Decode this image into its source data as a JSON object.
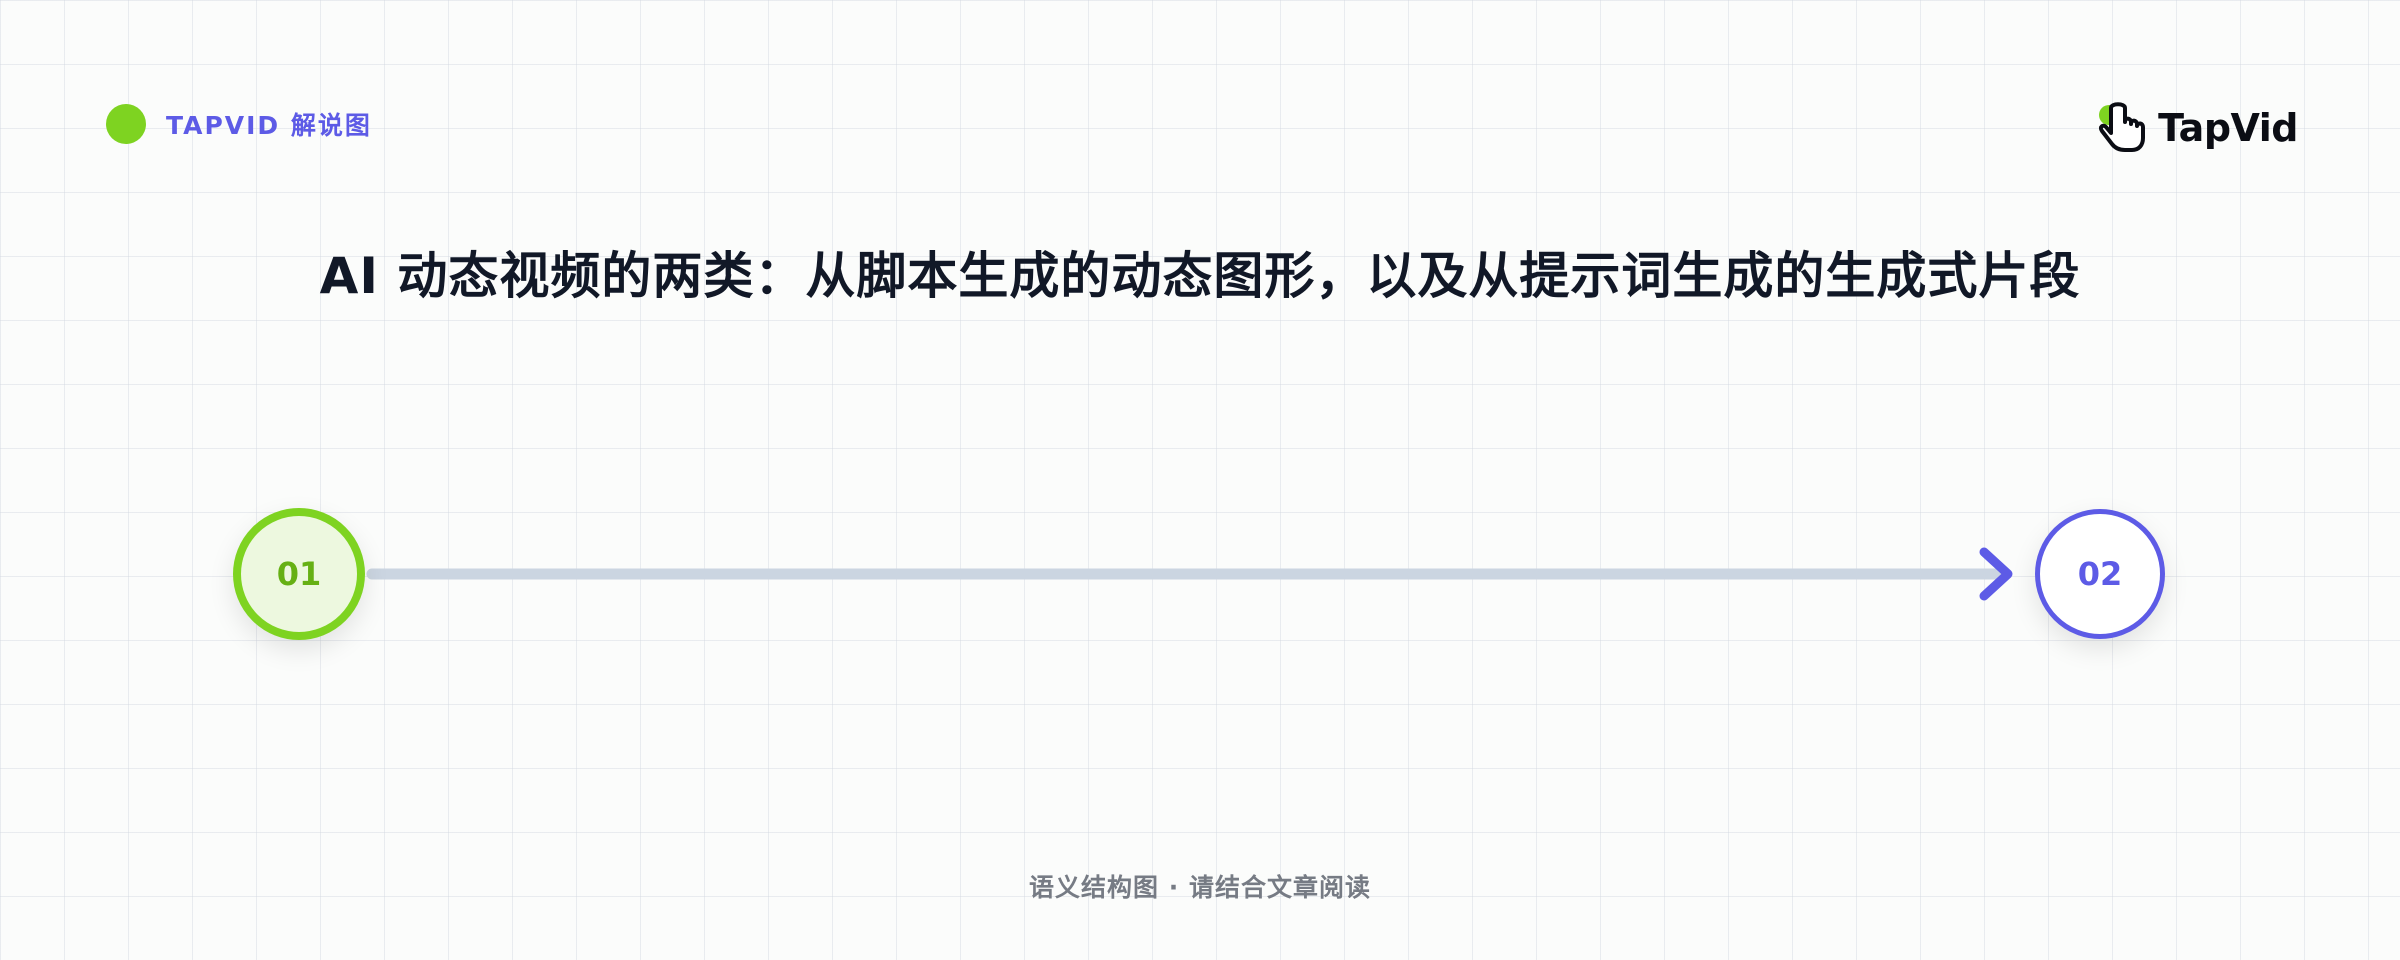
{
  "header": {
    "tag": "TAPVID 解说图",
    "logo_text": "TapVid",
    "logo_icon": "pointer-hand-icon"
  },
  "title": "AI 动态视频的两类：从脚本生成的动态图形，以及从提示词生成的生成式片段",
  "diagram": {
    "nodes": [
      {
        "label": "01",
        "color": "#7ed321",
        "fill": "#edf8df"
      },
      {
        "label": "02",
        "color": "#5d5be6",
        "fill": "#ffffff"
      }
    ],
    "connector": {
      "from": "01",
      "to": "02",
      "color": "#cbd5e1",
      "arrow_color": "#5d5be6"
    }
  },
  "footer": "语义结构图 · 请结合文章阅读",
  "colors": {
    "accent_green": "#7ed321",
    "accent_purple": "#5d5be6",
    "title": "#111827",
    "muted": "#767b84"
  }
}
